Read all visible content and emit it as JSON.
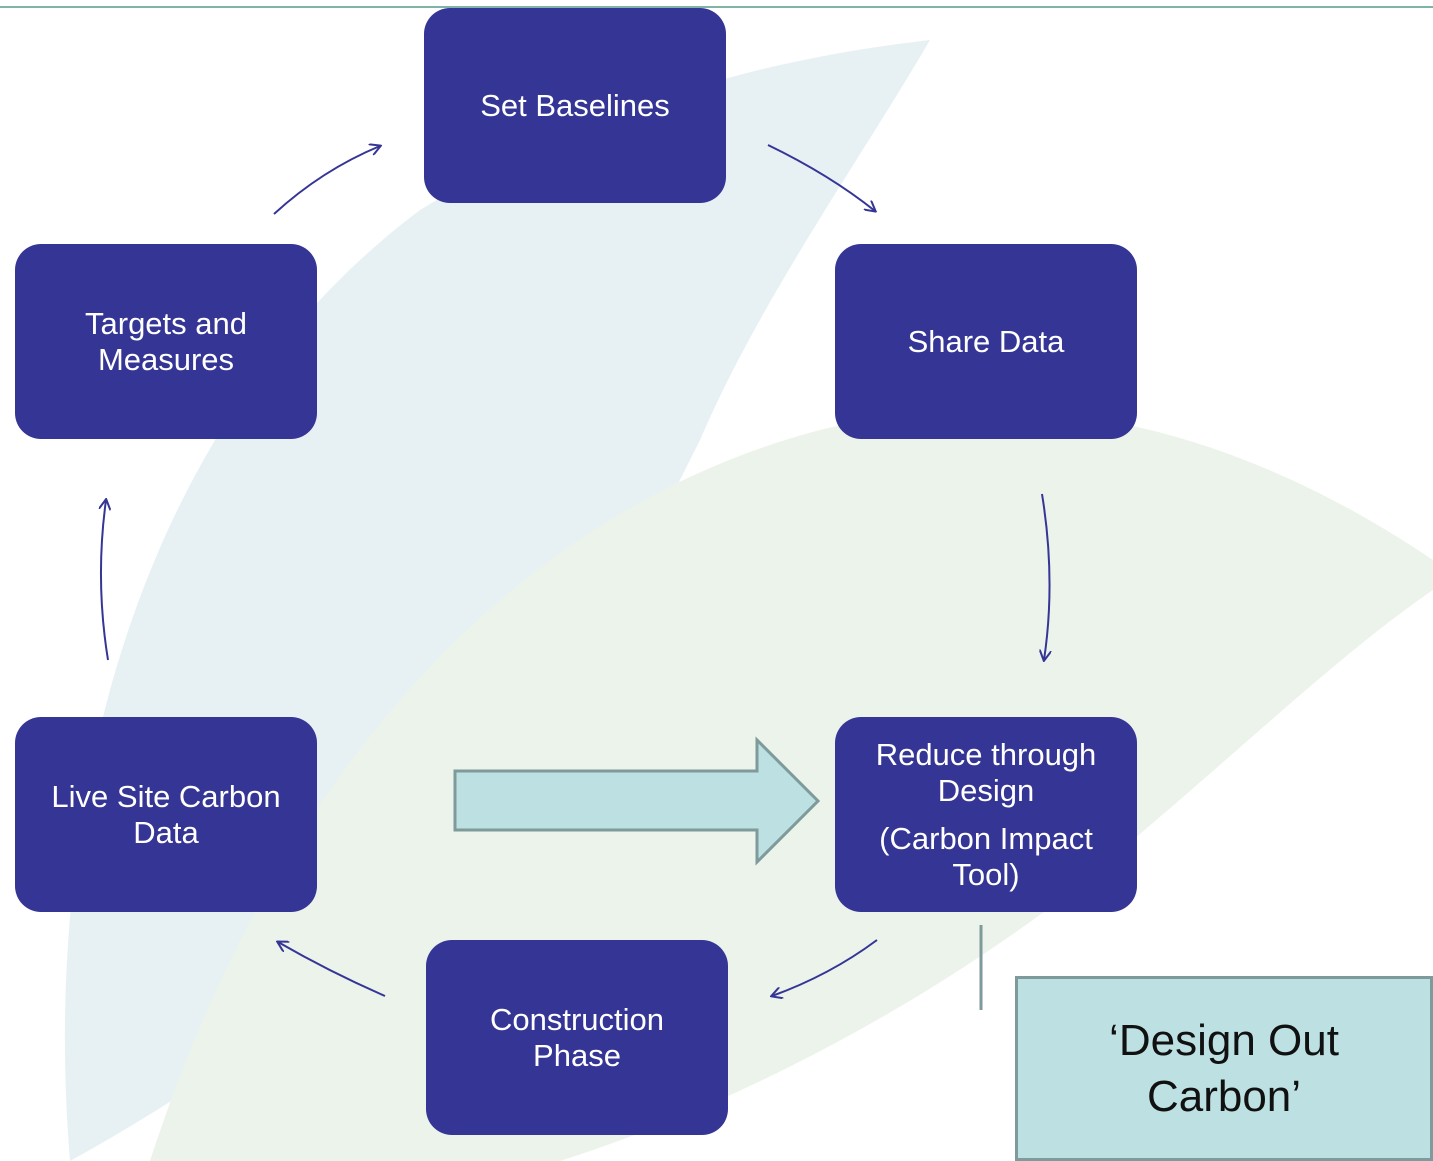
{
  "diagram": {
    "nodes": [
      {
        "id": "set-baselines",
        "lines": [
          "Set Baselines"
        ]
      },
      {
        "id": "share-data",
        "lines": [
          "Share Data"
        ]
      },
      {
        "id": "reduce-through-design",
        "lines": [
          "Reduce through",
          "Design"
        ],
        "sub_lines": [
          "(Carbon Impact",
          "Tool)"
        ]
      },
      {
        "id": "construction-phase",
        "lines": [
          "Construction",
          "Phase"
        ]
      },
      {
        "id": "live-site-carbon-data",
        "lines": [
          "Live Site Carbon",
          "Data"
        ]
      },
      {
        "id": "targets-and-measures",
        "lines": [
          "Targets and",
          "Measures"
        ]
      }
    ],
    "cycle_order": [
      "set-baselines",
      "share-data",
      "reduce-through-design",
      "construction-phase",
      "live-site-carbon-data",
      "targets-and-measures"
    ],
    "feedback_arrow": {
      "from": "live-site-carbon-data",
      "to": "reduce-through-design"
    },
    "callout": {
      "text": "‘Design Out Carbon’"
    }
  },
  "colors": {
    "node_fill": "#353596",
    "node_text": "#ffffff",
    "arrow": "#353596",
    "feedback_arrow_fill": "#bde1e2",
    "callout_fill": "#bde1e2",
    "leaf_light_blue": "#e7f1f3",
    "leaf_light_green": "#ecf3ea",
    "top_rule": "#7fb3a5"
  }
}
